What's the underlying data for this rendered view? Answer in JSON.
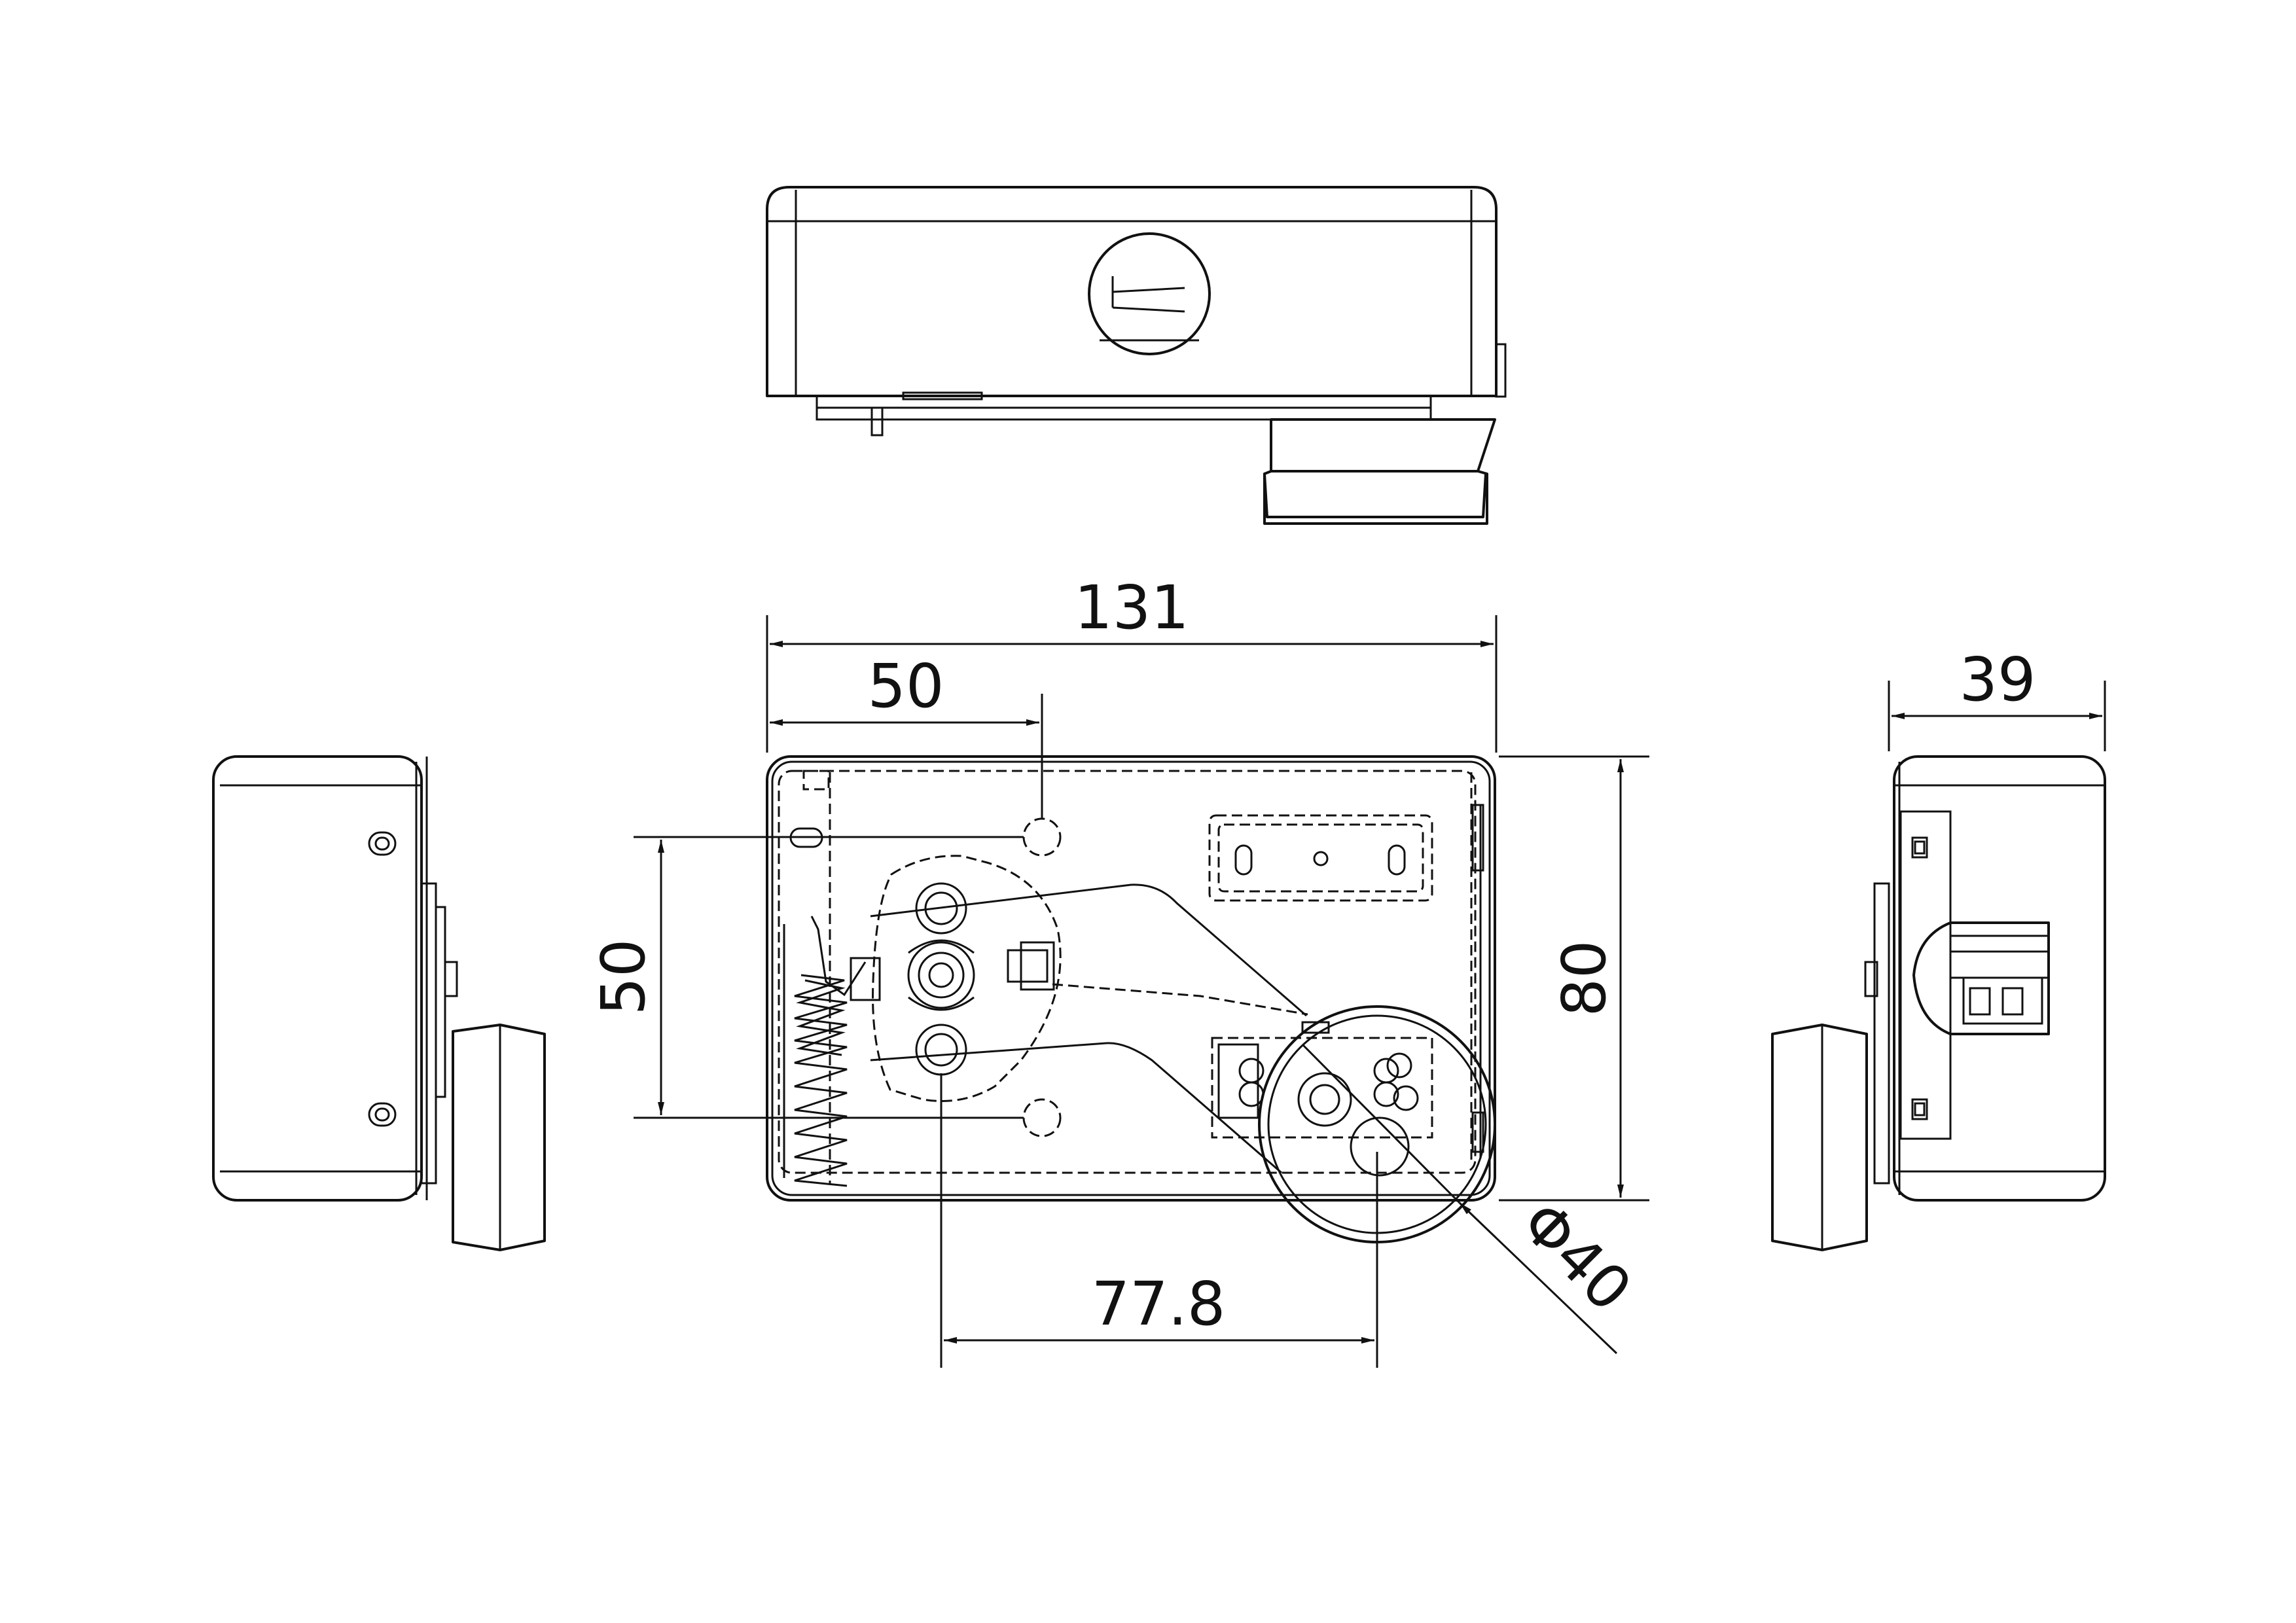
{
  "dimensions": {
    "overall_width": "131",
    "top_offset": "50",
    "hole_spacing": "50",
    "overall_height": "80",
    "depth": "39",
    "cylinder_distance": "77.8",
    "cylinder_diameter": "Φ40"
  }
}
